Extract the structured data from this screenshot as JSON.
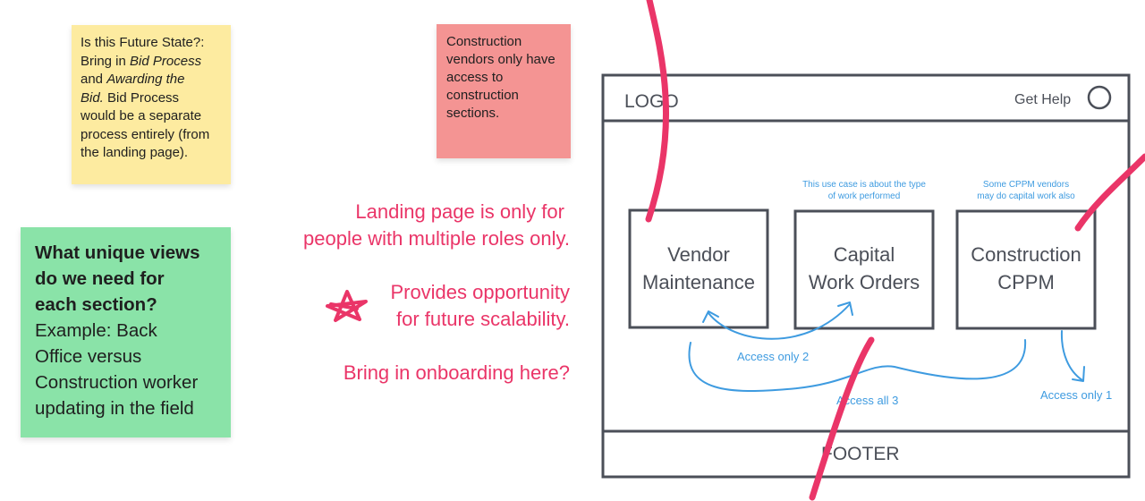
{
  "stickies": {
    "yellow": {
      "color": "#fdeba0",
      "l1": "Is this Future State?:",
      "l2a": "Bring in ",
      "l2b": "Bid Process",
      "l3a": "and ",
      "l3b": "Awarding the",
      "l4a": "Bid.",
      "l4b": " Bid Process",
      "l5": "would be a separate",
      "l6": "process entirely (from",
      "l7": "the landing page)."
    },
    "red": {
      "color": "#f49493",
      "l1": "Construction",
      "l2": "vendors only have",
      "l3": "access to",
      "l4": "construction",
      "l5": "sections."
    },
    "green": {
      "color": "#8ae3a8",
      "l1": "What unique views",
      "l2": "do we need for",
      "l3": "each section?",
      "l4": "Example: Back",
      "l5": "Office versus",
      "l6": "Construction worker",
      "l7": "updating in the field"
    }
  },
  "notes": {
    "color": "#ea3568",
    "landing_l1": "Landing page is only for",
    "landing_l2": "people with multiple roles only.",
    "scal_l1": "Provides opportunity",
    "scal_l2": "for future scalability.",
    "onboard": "Bring in onboarding here?"
  },
  "wireframe": {
    "logo": "LOGO",
    "get_help": "Get Help",
    "footer": "FOOTER",
    "boxes": [
      {
        "l1": "Vendor",
        "l2": "Maintenance"
      },
      {
        "l1": "Capital",
        "l2": "Work Orders"
      },
      {
        "l1": "Construction",
        "l2": "CPPM"
      }
    ],
    "annotations": {
      "capital_l1": "This use case is about the type",
      "capital_l2": "of work performed",
      "cppm_l1": "Some CPPM vendors",
      "cppm_l2": "may do capital work also",
      "access_only_2": "Access only 2",
      "access_all_3": "Access all 3",
      "access_only_1": "Access only 1"
    },
    "line_color": "#4b4f58",
    "annotation_color": "#3e9be0"
  }
}
